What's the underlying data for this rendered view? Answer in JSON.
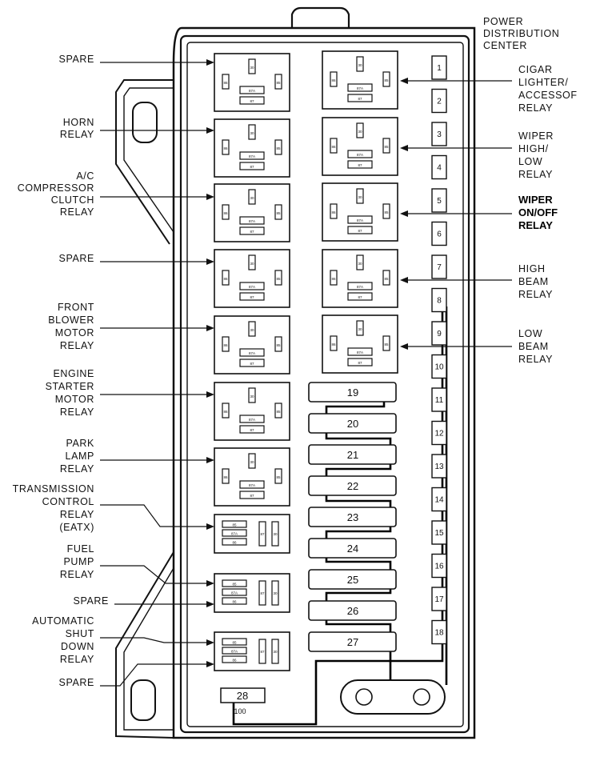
{
  "diagram": {
    "header_label": [
      "POWER",
      "DISTRIBUTION",
      "CENTER"
    ],
    "left_labels": [
      {
        "lines": [
          "SPARE"
        ],
        "target": "relay-1"
      },
      {
        "lines": [
          "HORN",
          "RELAY"
        ],
        "target": "relay-2"
      },
      {
        "lines": [
          "A/C",
          "COMPRESSOR",
          "CLUTCH",
          "RELAY"
        ],
        "target": "relay-3"
      },
      {
        "lines": [
          "SPARE"
        ],
        "target": "relay-4"
      },
      {
        "lines": [
          "FRONT",
          "BLOWER",
          "MOTOR",
          "RELAY"
        ],
        "target": "relay-5"
      },
      {
        "lines": [
          "ENGINE",
          "STARTER",
          "MOTOR",
          "RELAY"
        ],
        "target": "relay-6"
      },
      {
        "lines": [
          "PARK",
          "LAMP",
          "RELAY"
        ],
        "target": "relay-7"
      },
      {
        "lines": [
          "TRANSMISSION",
          "CONTROL",
          "RELAY",
          "(EATX)"
        ],
        "target": "minirelay-1"
      },
      {
        "lines": [
          "FUEL",
          "PUMP",
          "RELAY"
        ],
        "target": "minirelay-2"
      },
      {
        "lines": [
          "SPARE"
        ],
        "target": "minirelay-2"
      },
      {
        "lines": [
          "AUTOMATIC",
          "SHUT",
          "DOWN",
          "RELAY"
        ],
        "target": "minirelay-3"
      },
      {
        "lines": [
          "SPARE"
        ],
        "target": "minirelay-3"
      }
    ],
    "right_labels": [
      {
        "lines": [
          "CIGAR",
          "LIGHTER/",
          "ACCESSOF",
          "RELAY"
        ],
        "bold": false
      },
      {
        "lines": [
          "WIPER",
          "HIGH/",
          "LOW",
          "RELAY"
        ],
        "bold": false
      },
      {
        "lines": [
          "WIPER",
          "ON/OFF",
          "RELAY"
        ],
        "bold": true
      },
      {
        "lines": [
          "HIGH",
          "BEAM",
          "RELAY"
        ],
        "bold": false
      },
      {
        "lines": [
          "LOW",
          "BEAM",
          "RELAY"
        ],
        "bold": false
      }
    ],
    "small_fuses": [
      "1",
      "2",
      "3",
      "4",
      "5",
      "6",
      "7",
      "8",
      "9",
      "10",
      "11",
      "12",
      "13",
      "14",
      "15",
      "16",
      "17",
      "18"
    ],
    "cartridge_fuses": [
      "19",
      "20",
      "21",
      "22",
      "23",
      "24",
      "25",
      "26",
      "27"
    ],
    "main_fuse": {
      "number": "28",
      "caption": "100"
    },
    "relay_pins": {
      "top": "30",
      "left": "86",
      "right": "85",
      "mid": "87A",
      "bottom": "87"
    }
  }
}
